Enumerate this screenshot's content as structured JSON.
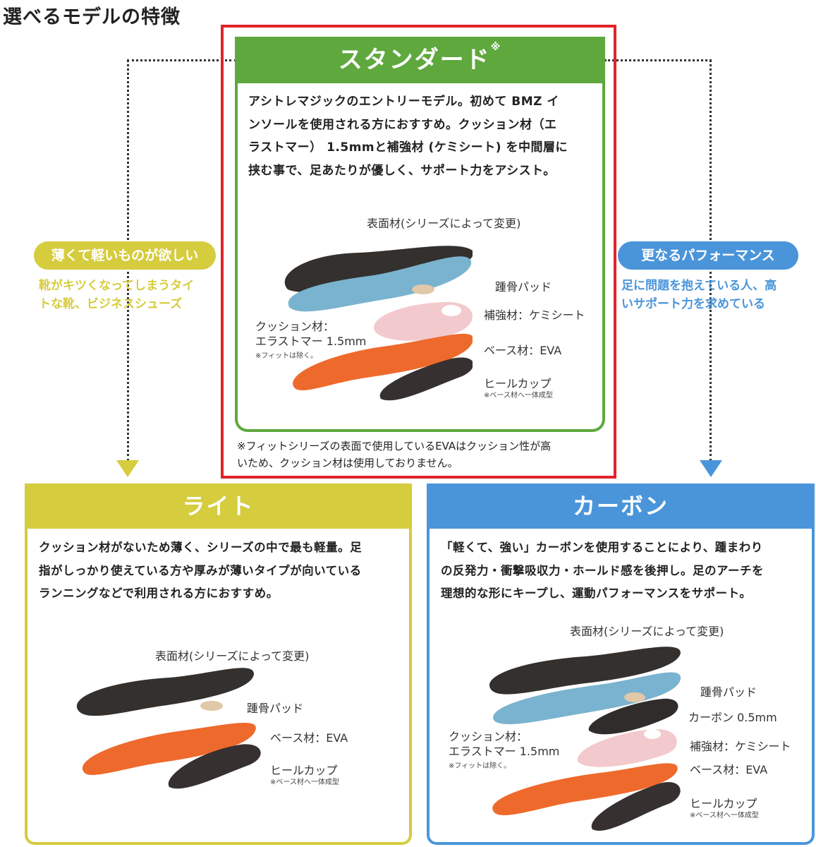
{
  "title": "選べるモデルの特徴",
  "standard": {
    "name": "スタンダード",
    "mark": "※",
    "desc": [
      "アシトレマジックのエントリーモデル。初めて BMZ イ",
      "ンソールを使用される方におすすめ。クッション材（エ",
      "ラストマー） 1.5mmと補強材 (ケミシート) を中間層に",
      "挟む事で、足あたりが優しく、サポート力をアシスト。"
    ],
    "labels": {
      "surface": "表面材(シリーズによって変更)",
      "heel_pad": "踵骨パッド",
      "reinforce": "補強材：ケミシート",
      "cushion1": "クッション材：",
      "cushion2": "エラストマー 1.5mm",
      "cushion_note": "※フィットは除く。",
      "base": "ベース材：EVA",
      "heelcup": "ヒールカップ",
      "heelcup_note": "※ベース材へ一体成型"
    },
    "footnote": [
      "※フィットシリーズの表面で使用しているEVAはクッション性が高",
      "いため、クッション材は使用しておりません。"
    ]
  },
  "left_callout": {
    "pill": "薄くて軽いものが欲しい",
    "text": [
      "靴がキツくなってしまうタイ",
      "トな靴、ビジネスシューズ"
    ]
  },
  "right_callout": {
    "pill": "更なるパフォーマンス",
    "text": [
      "足に問題を抱えている人、高",
      "いサポート力を求めている"
    ]
  },
  "light": {
    "name": "ライト",
    "desc": [
      "クッション材がないため薄く、シリーズの中で最も軽量。足",
      "指がしっかり使えている方や厚みが薄いタイプが向いている",
      "ランニングなどで利用される方におすすめ。"
    ],
    "labels": {
      "surface": "表面材(シリーズによって変更)",
      "heel_pad": "踵骨パッド",
      "base": "ベース材：EVA",
      "heelcup": "ヒールカップ",
      "heelcup_note": "※ベース材へ一体成型"
    }
  },
  "carbon": {
    "name": "カーボン",
    "desc": [
      "「軽くて、強い」カーボンを使用することにより、踵まわり",
      "の反発力・衝撃吸収力・ホールド感を後押し。足のアーチを",
      "理想的な形にキープし、運動パフォーマンスをサポート。"
    ],
    "labels": {
      "surface": "表面材(シリーズによって変更)",
      "heel_pad": "踵骨パッド",
      "carbon": "カーボン 0.5mm",
      "reinforce": "補強材：ケミシート",
      "cushion1": "クッション材：",
      "cushion2": "エラストマー 1.5mm",
      "cushion_note": "※フィットは除く。",
      "base": "ベース材：EVA",
      "heelcup": "ヒールカップ",
      "heelcup_note": "※ベース材へ一体成型"
    }
  },
  "colors": {
    "green": "#5fa83e",
    "yellow": "#d5cc3e",
    "blue": "#4a95da",
    "red": "#e0242a"
  }
}
